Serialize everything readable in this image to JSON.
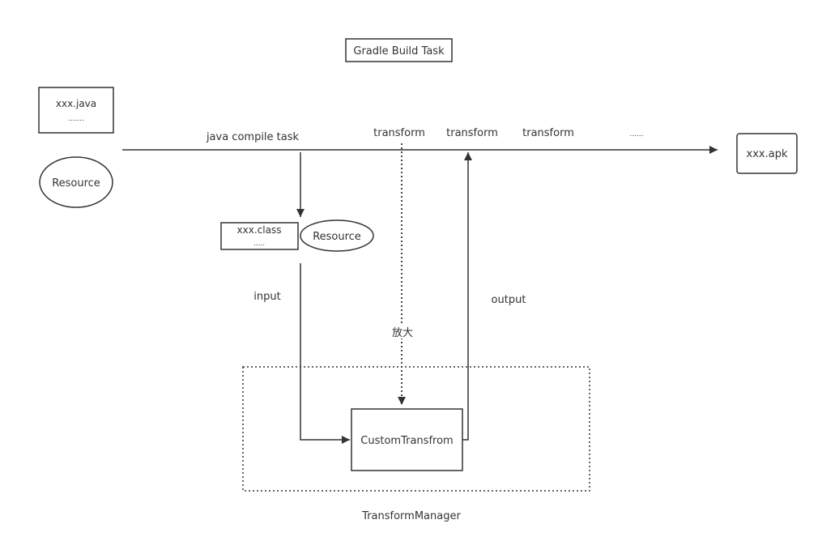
{
  "title": "Gradle Build Task",
  "nodes": {
    "java_source": {
      "line1": "xxx.java",
      "line2": "......."
    },
    "resource_source": {
      "label": "Resource"
    },
    "apk": {
      "label": "xxx.apk"
    },
    "class_output": {
      "line1": "xxx.class",
      "line2": "....."
    },
    "resource_output": {
      "label": "Resource"
    },
    "custom_transform": {
      "label": "CustomTransfrom"
    },
    "transform_manager": {
      "label": "TransformManager"
    }
  },
  "pipeline": {
    "compile_label": "java compile task",
    "transforms": [
      "transform",
      "transform",
      "transform"
    ],
    "ellipsis": "......"
  },
  "edges": {
    "input": "input",
    "output": "output",
    "zoom": "放大"
  },
  "colors": {
    "stroke": "#333333",
    "text": "#333333",
    "background": "#ffffff"
  }
}
